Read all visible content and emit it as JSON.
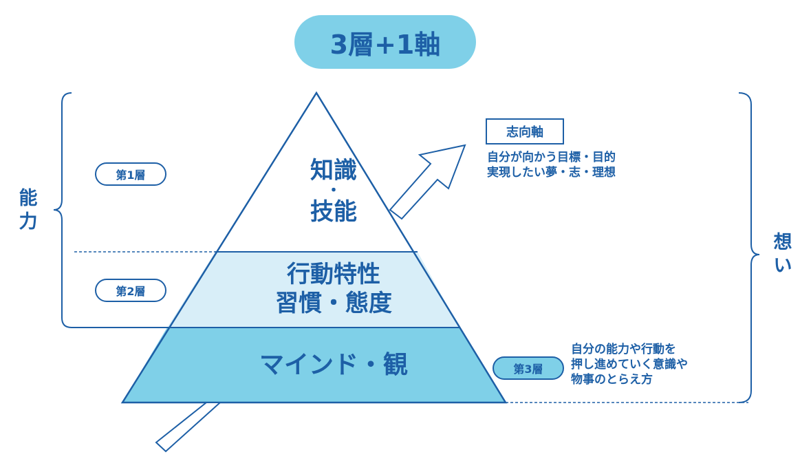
{
  "title": "3層+1軸",
  "left_bracket_label": "能力",
  "right_bracket_label": "想い",
  "layers": {
    "layer1": {
      "tag": "第1層",
      "line1": "知識",
      "dot": "・",
      "line2": "技能"
    },
    "layer2": {
      "tag": "第2層",
      "line1": "行動特性",
      "line2": "習慣・態度"
    },
    "layer3": {
      "tag": "第3層",
      "text": "マインド・観",
      "desc": [
        "自分の能力や行動を",
        "押し進めていく意識や",
        "物事のとらえ方"
      ]
    }
  },
  "axis": {
    "label": "志向軸",
    "desc": [
      "自分が向かう目標・目的",
      "実現したい夢・志・理想"
    ]
  },
  "colors": {
    "text": "#1d5fa6",
    "pill_fill": "#7fd0e8",
    "layer2_fill": "#d8eef8",
    "layer3_fill": "#7fd0e8",
    "line": "#1d5fa6"
  }
}
